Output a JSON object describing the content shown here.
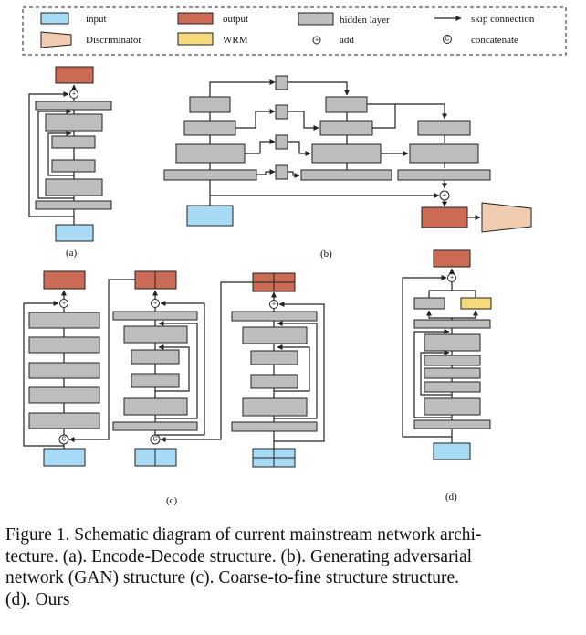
{
  "legend": {
    "items": [
      {
        "key": "input",
        "label": "input",
        "color": "#a8daf6"
      },
      {
        "key": "output",
        "label": "output",
        "color": "#cc6b55"
      },
      {
        "key": "hidden",
        "label": "hidden layer",
        "color": "#bdbdbd"
      },
      {
        "key": "skip",
        "label": "skip connection"
      },
      {
        "key": "discriminator",
        "label": "Discriminator",
        "color": "#efcbb0"
      },
      {
        "key": "wrm",
        "label": "WRM",
        "color": "#f5d97a"
      },
      {
        "key": "add",
        "label": "add",
        "symbol": "+"
      },
      {
        "key": "concat",
        "label": "concatenate",
        "symbol": "C"
      }
    ]
  },
  "panels": {
    "a": {
      "label": "(a)"
    },
    "b": {
      "label": "(b)"
    },
    "c": {
      "label": "(c)"
    },
    "d": {
      "label": "(d)"
    }
  },
  "symbols": {
    "add": "+",
    "concat": "C"
  },
  "caption": {
    "lines": [
      "Figure 1. Schematic diagram of current mainstream network archi-",
      "tecture. (a). Encode-Decode structure. (b). Generating adversarial",
      "network (GAN) structure (c).  Coarse-to-fine structure structure.",
      "(d). Ours"
    ]
  }
}
